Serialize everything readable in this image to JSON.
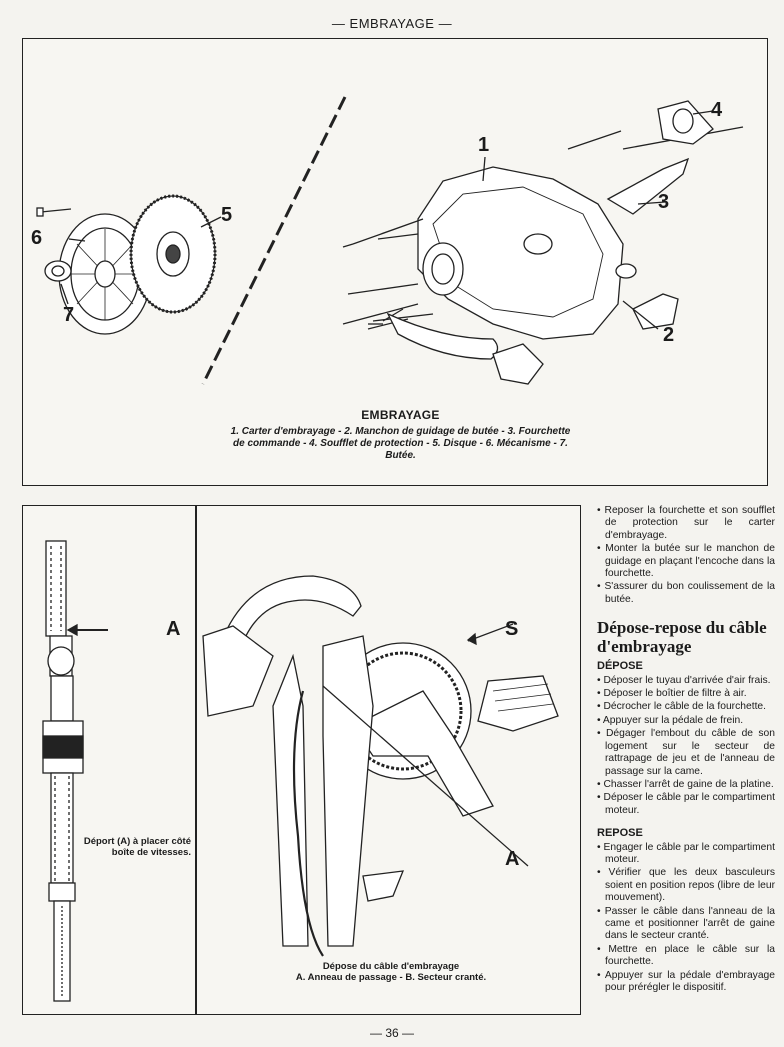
{
  "header": {
    "title": "— EMBRAYAGE —"
  },
  "figure1": {
    "callouts": [
      "1",
      "2",
      "3",
      "4",
      "5",
      "6",
      "7"
    ],
    "caption_title": "EMBRAYAGE",
    "caption_text": "1. Carter d'embrayage - 2. Manchon de guidage de butée - 3. Fourchette de commande - 4. Soufflet de protection - 5. Disque - 6. Mécanisme - 7. Butée."
  },
  "figure2": {
    "left_label": "A",
    "left_caption": "Déport (A) à placer côté boîte de vitesses.",
    "right_label_s": "S",
    "right_label_a": "A",
    "caption_title": "Dépose du câble d'embrayage",
    "caption_text": "A. Anneau de passage - B. Secteur cranté."
  },
  "right_column": {
    "intro_items": [
      "• Reposer la fourchette et son soufflet de protection sur le carter d'embrayage.",
      "• Monter la butée sur le manchon de guidage en plaçant l'encoche dans la fourchette.",
      "• S'assurer du bon coulissement de la butée."
    ],
    "section_title": "Dépose-repose du câble d'embrayage",
    "depose_title": "DÉPOSE",
    "depose_items": [
      "• Déposer le tuyau d'arrivée d'air frais.",
      "• Déposer le boîtier de filtre à air.",
      "• Décrocher le câble de la fourchette.",
      "• Appuyer sur la pédale de frein.",
      "• Dégager l'embout du câble de son logement sur le secteur de rattrapage de jeu et de l'anneau de passage sur la came.",
      "• Chasser l'arrêt de gaine de la platine.",
      "• Déposer le câble par le compartiment moteur."
    ],
    "repose_title": "REPOSE",
    "repose_items": [
      "• Engager le câble par le compartiment moteur.",
      "• Vérifier que les deux basculeurs soient en position repos (libre de leur mouvement).",
      "• Passer le câble dans l'anneau de la came et positionner l'arrêt de gaine dans le secteur cranté.",
      "• Mettre en place le câble sur la fourchette.",
      "• Appuyer sur la pédale d'embrayage pour prérégler le dispositif."
    ]
  },
  "footer": {
    "page": "— 36 —"
  }
}
